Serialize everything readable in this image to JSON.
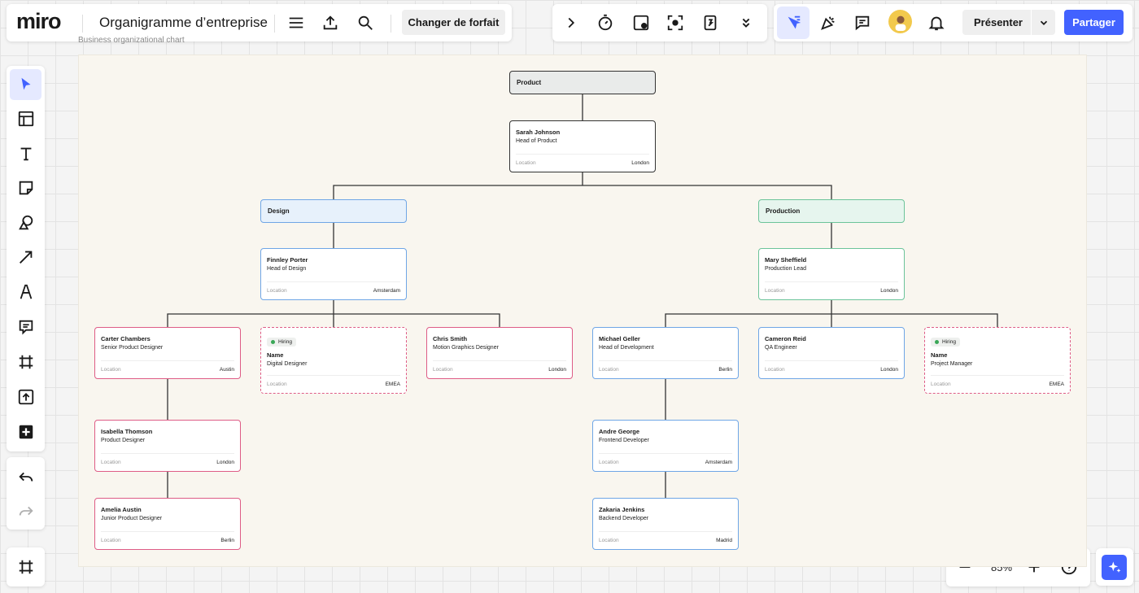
{
  "app": {
    "logo": "miro",
    "board_title": "Organigramme d’entreprise",
    "plan_button": "Changer de forfait",
    "present_button": "Présenter",
    "share_button": "Partager",
    "zoom": "85%"
  },
  "colors": {
    "accent": "#4262ff",
    "dept_product": "#e9ebea",
    "dept_design": "#e7f1fb",
    "dept_production": "#e6f5ee",
    "border_design": "#6fa6e6",
    "border_production": "#6cc49a",
    "border_designer": "#de5c86"
  },
  "icons": {
    "top_left": [
      "menu-icon",
      "upload-icon",
      "search-icon"
    ],
    "top_mid": [
      "chevron-right-icon",
      "timer-icon",
      "sticky-vote-icon",
      "focus-icon",
      "counter-icon",
      "chevrons-down-icon"
    ],
    "top_right": [
      "collaboration-cursor-icon",
      "celebrate-icon",
      "comment-icon",
      "avatar",
      "bell-icon",
      "chevron-down-icon"
    ],
    "left_tools": [
      "select-icon",
      "templates-icon",
      "text-icon",
      "sticky-note-icon",
      "shapes-icon",
      "arrow-icon",
      "pen-icon",
      "comment-icon",
      "frame-icon",
      "upload-icon",
      "add-more-icon"
    ],
    "left_history": [
      "undo-icon",
      "redo-icon"
    ],
    "left_bottom": [
      "frames-panel-icon"
    ],
    "zoom": [
      "zoom-out-icon",
      "zoom-in-icon",
      "help-icon"
    ],
    "ai": "ai-sparkle-icon"
  },
  "board": {
    "frame_label": "Business organizational chart",
    "depts": {
      "product": "Product",
      "design": "Design",
      "production": "Production"
    },
    "location_label": "Location",
    "hiring_label": "Hiring",
    "cards": {
      "sarah": {
        "name": "Sarah Johnson",
        "role": "Head of Product",
        "location": "London"
      },
      "finnley": {
        "name": "Finnley Porter",
        "role": "Head of Design",
        "location": "Amsterdam"
      },
      "mary": {
        "name": "Mary Sheffield",
        "role": "Production Lead",
        "location": "London"
      },
      "carter": {
        "name": "Carter Chambers",
        "role": "Senior Product Designer",
        "location": "Austin"
      },
      "digital": {
        "name": "Name",
        "role": "Digital Designer",
        "location": "EMEA"
      },
      "chris": {
        "name": "Chris Smith",
        "role": "Motion Graphics Designer",
        "location": "London"
      },
      "michael": {
        "name": "Michael Geller",
        "role": "Head of Development",
        "location": "Berlin"
      },
      "cameron": {
        "name": "Cameron Reid",
        "role": "QA Engineer",
        "location": "London"
      },
      "pm": {
        "name": "Name",
        "role": "Project Manager",
        "location": "EMEA"
      },
      "isabella": {
        "name": "Isabella Thomson",
        "role": "Product Designer",
        "location": "London"
      },
      "amelia": {
        "name": "Amelia Austin",
        "role": "Junior Product Designer",
        "location": "Berlin"
      },
      "andre": {
        "name": "Andre George",
        "role": "Frontend Developer",
        "location": "Amsterdam"
      },
      "zakaria": {
        "name": "Zakaria Jenkins",
        "role": "Backend Developer",
        "location": "Madrid"
      }
    }
  }
}
